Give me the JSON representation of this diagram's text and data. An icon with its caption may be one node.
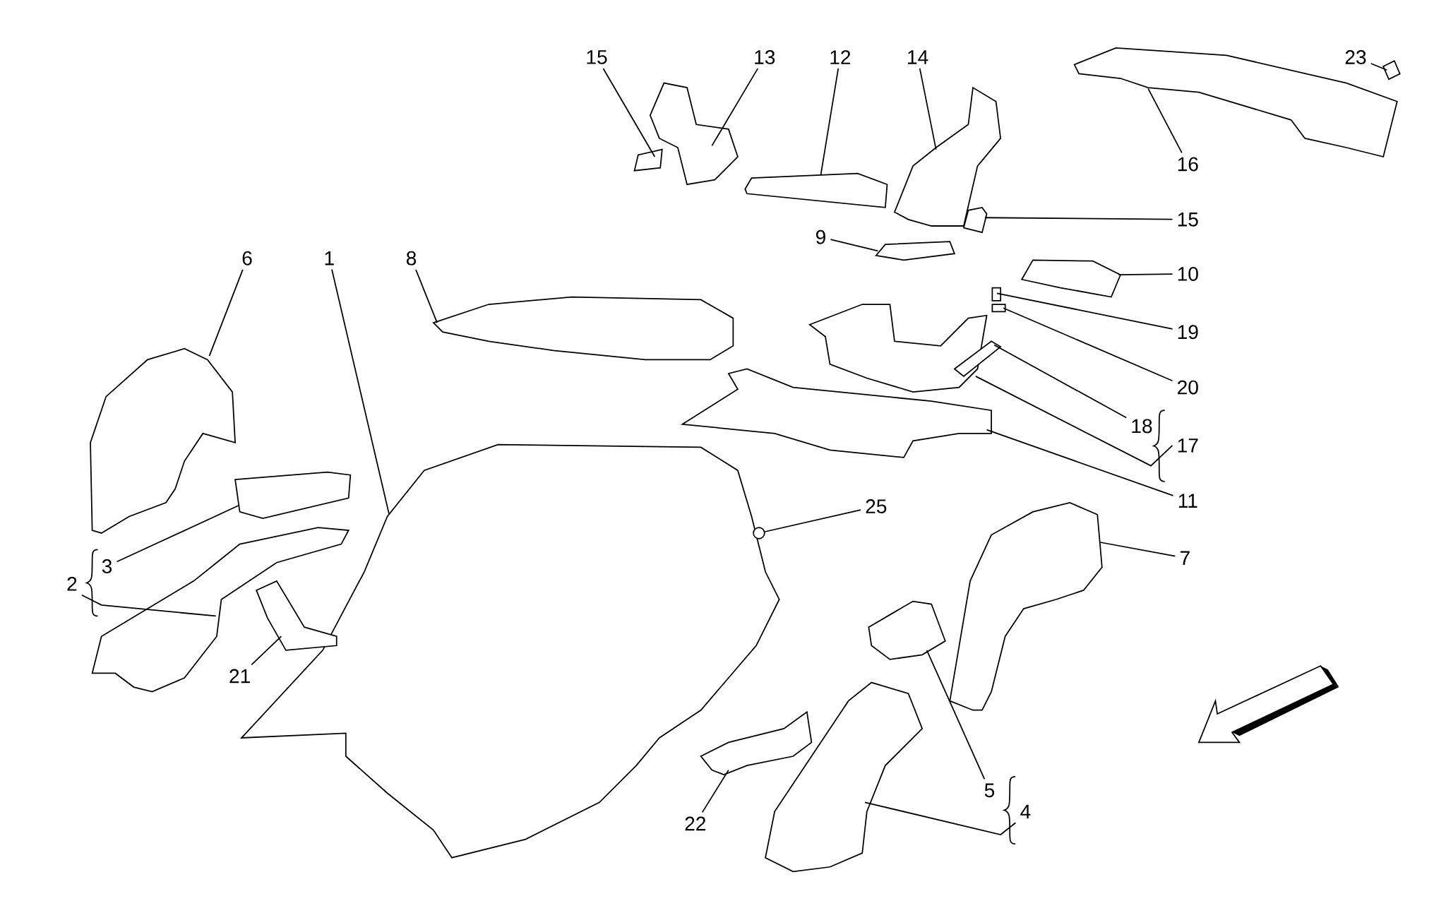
{
  "diagram": {
    "nodes": [
      {
        "text": [
          "15"
        ]
      },
      {
        "text": [
          "13"
        ]
      },
      {
        "text": [
          "12"
        ]
      },
      {
        "text": [
          "14"
        ]
      },
      {
        "text": [
          "23"
        ]
      },
      {
        "text": [
          "16"
        ]
      },
      {
        "text": [
          "15"
        ]
      },
      {
        "text": [
          "9"
        ]
      },
      {
        "text": [
          "10"
        ]
      },
      {
        "text": [
          "6"
        ]
      },
      {
        "text": [
          "1"
        ]
      },
      {
        "text": [
          "8"
        ]
      },
      {
        "text": [
          "19"
        ]
      },
      {
        "text": [
          "20"
        ]
      },
      {
        "text": [
          "18"
        ]
      },
      {
        "text": [
          "17"
        ]
      },
      {
        "text": [
          "11"
        ]
      },
      {
        "text": [
          "25"
        ]
      },
      {
        "text": [
          "3"
        ]
      },
      {
        "text": [
          "2"
        ]
      },
      {
        "text": [
          "7"
        ]
      },
      {
        "text": [
          "21"
        ]
      },
      {
        "text": [
          "5"
        ]
      },
      {
        "text": [
          "4"
        ]
      },
      {
        "text": [
          "22"
        ]
      },
      {
        "text": [],
        "shape": "picture"
      },
      {
        "text": [],
        "shape": "picture"
      },
      {
        "text": [],
        "shape": "picture"
      },
      {
        "text": [],
        "shape": "picture"
      },
      {
        "text": [],
        "shape": "picture"
      },
      {
        "text": [],
        "shape": "picture"
      },
      {
        "text": [],
        "shape": "picture"
      },
      {
        "text": [],
        "shape": "picture"
      },
      {
        "text": [],
        "shape": "picture"
      },
      {
        "text": [],
        "shape": "picture"
      },
      {
        "text": [],
        "shape": "picture"
      },
      {
        "text": [],
        "shape": "picture"
      },
      {
        "text": [],
        "shape": "box"
      },
      {
        "text": [],
        "shape": "box"
      },
      {
        "text": [],
        "shape": "picture"
      },
      {
        "text": [],
        "shape": "picture"
      },
      {
        "text": [],
        "shape": "picture"
      },
      {
        "text": [],
        "shape": "circle"
      },
      {
        "text": [],
        "shape": "picture"
      },
      {
        "text": [],
        "shape": "picture"
      },
      {
        "text": [],
        "shape": "picture"
      },
      {
        "text": [],
        "shape": "picture"
      },
      {
        "text": [],
        "shape": "picture"
      },
      {
        "text": [],
        "shape": "picture"
      },
      {
        "text": [],
        "shape": "picture"
      }
    ],
    "edges": [
      {
        "from": 0,
        "to": 25,
        "arrow": "none"
      },
      {
        "from": 1,
        "to": 26,
        "arrow": "none"
      },
      {
        "from": 2,
        "to": 27,
        "arrow": "none"
      },
      {
        "from": 3,
        "to": 28,
        "arrow": "none"
      },
      {
        "from": 4,
        "to": 29,
        "arrow": "none"
      },
      {
        "from": 5,
        "to": 30,
        "arrow": "none"
      },
      {
        "from": 6,
        "to": 31,
        "arrow": "none"
      },
      {
        "from": 7,
        "to": 32,
        "arrow": "none"
      },
      {
        "from": 8,
        "to": 33,
        "arrow": "none"
      },
      {
        "from": 9,
        "to": 34,
        "arrow": "none"
      },
      {
        "from": 10,
        "to": 35,
        "arrow": "none"
      },
      {
        "from": 11,
        "to": 36,
        "arrow": "none"
      },
      {
        "from": 12,
        "to": 37,
        "arrow": "none"
      },
      {
        "from": 13,
        "to": 38,
        "arrow": "none"
      },
      {
        "from": 14,
        "to": 39,
        "arrow": "none"
      },
      {
        "from": 15,
        "to": 40,
        "arrow": "none"
      },
      {
        "from": 16,
        "to": 41,
        "arrow": "none"
      },
      {
        "from": 17,
        "to": 42,
        "arrow": "none"
      },
      {
        "from": 18,
        "to": 43,
        "arrow": "none"
      },
      {
        "from": 19,
        "to": 44,
        "arrow": "none"
      },
      {
        "from": 20,
        "to": 45,
        "arrow": "none"
      },
      {
        "from": 21,
        "to": 46,
        "arrow": "none"
      },
      {
        "from": 22,
        "to": 47,
        "arrow": "none"
      },
      {
        "from": 23,
        "to": 48,
        "arrow": "none"
      },
      {
        "from": 24,
        "to": 49,
        "arrow": "none"
      }
    ]
  }
}
